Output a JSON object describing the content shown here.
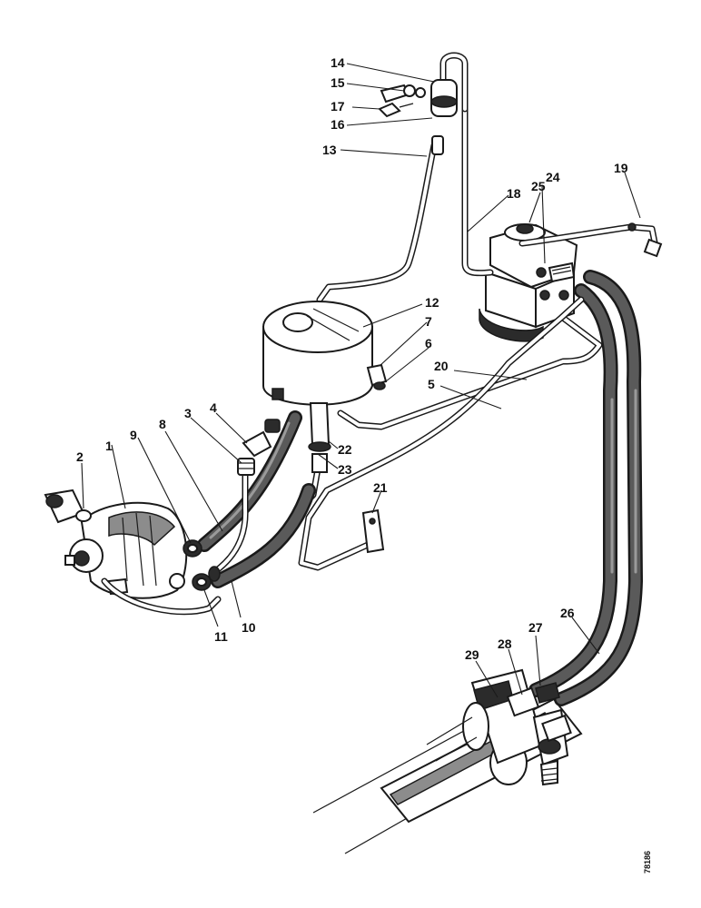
{
  "callouts": [
    "1",
    "2",
    "3",
    "4",
    "5",
    "6",
    "7",
    "8",
    "9",
    "10",
    "11",
    "12",
    "13",
    "14",
    "15",
    "16",
    "17",
    "18",
    "19",
    "20",
    "21",
    "22",
    "23",
    "24",
    "25",
    "26",
    "27",
    "28",
    "29"
  ],
  "drawing_code": "78186"
}
